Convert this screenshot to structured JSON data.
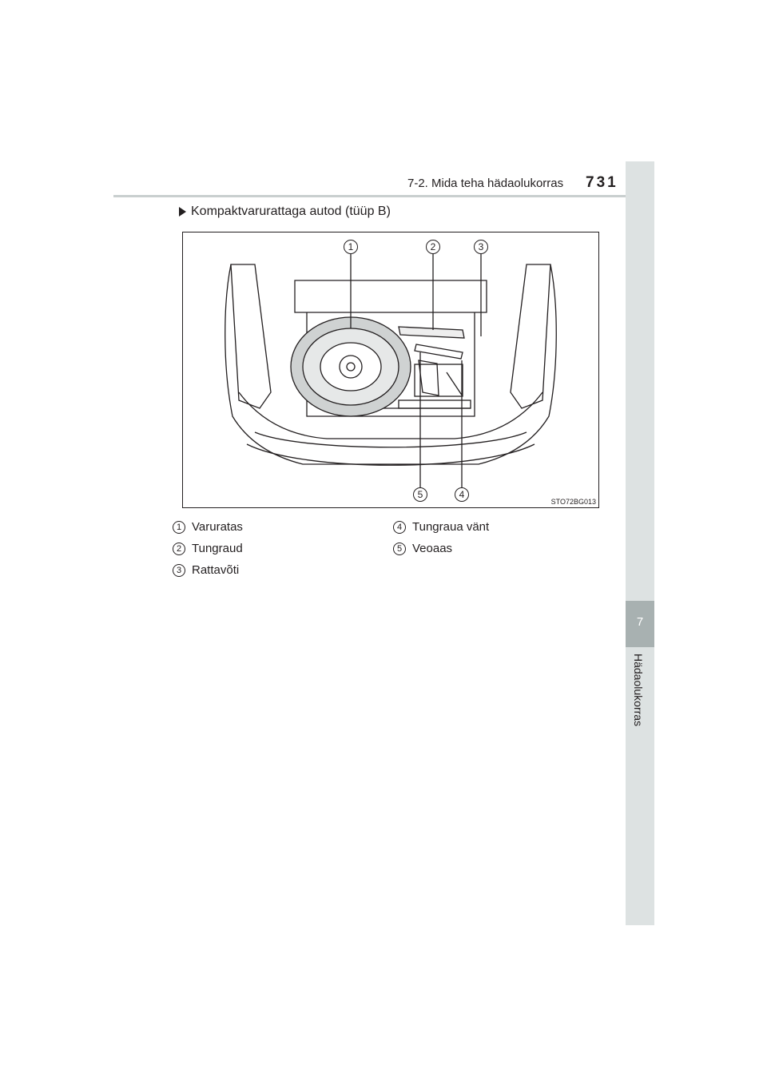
{
  "header": {
    "section_title": "7-2. Mida teha hädaolukorras",
    "page_number": "731"
  },
  "side_tab": {
    "chapter_number": "7",
    "chapter_title": "Hädaolukorras"
  },
  "section": {
    "heading": "Kompaktvarurattaga autod (tüüp B)"
  },
  "figure": {
    "code": "STO72BG013",
    "callouts": [
      "1",
      "2",
      "3",
      "5",
      "4"
    ]
  },
  "legend": [
    {
      "num": "1",
      "label": "Varuratas"
    },
    {
      "num": "2",
      "label": "Tungraud"
    },
    {
      "num": "3",
      "label": "Rattavõti"
    },
    {
      "num": "4",
      "label": "Tungraua vänt"
    },
    {
      "num": "5",
      "label": "Veoaas"
    }
  ]
}
